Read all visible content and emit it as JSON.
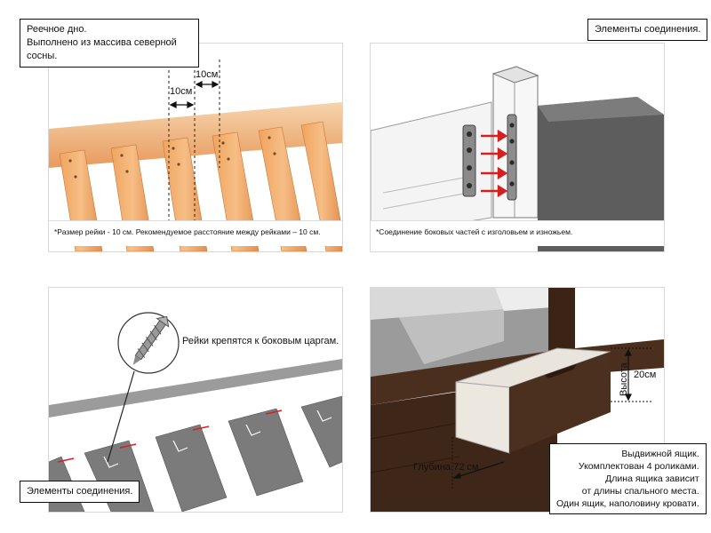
{
  "panel_slats": {
    "title_line1": "Реечное дно.",
    "title_line2": "Выполнено из массива северной сосны.",
    "dim_a": "10см",
    "dim_b": "10см",
    "caption": "*Размер рейки - 10 см. Рекомендуемое расстояние между рейками – 10 см."
  },
  "panel_joints": {
    "title": "Элементы соединения.",
    "caption": "*Соединение боковых частей с изголовьем и изножьем."
  },
  "panel_mount": {
    "note": "Рейки крепятся к боковым царгам.",
    "title": "Элементы соединения."
  },
  "panel_drawer": {
    "height_label": "Высота",
    "height_value": "20см",
    "depth_label": "Глубина 72 см",
    "desc_lines": [
      "Выдвижной ящик.",
      "Укомплектован 4 роликами.",
      "Длина ящика зависит",
      "от длины спального места.",
      "Один ящик, наполовину кровати."
    ]
  },
  "colors": {
    "pine": "#e8a060",
    "pine_light": "#f2c99a",
    "dark_wood": "#4a2e1e",
    "gray_metal": "#6d6d6d",
    "red_arrow": "#d62020"
  }
}
